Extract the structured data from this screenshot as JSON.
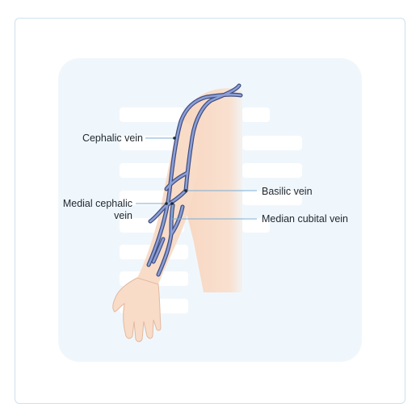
{
  "diagram": {
    "labels": {
      "cephalic": "Cephalic vein",
      "medial_cephalic_line1": "Medial cephalic",
      "medial_cephalic_line2": "vein",
      "basilic": "Basilic vein",
      "median_cubital": "Median cubital vein"
    },
    "colors": {
      "card_border": "#cfe0ec",
      "panel_background": "#f0f7fc",
      "placeholder_bars": "#ffffff",
      "skin": "#f8dcc8",
      "skin_outline": "#e2b8a0",
      "vein_outline": "#3e4d7e",
      "vein_fill": "#8c9ed6",
      "leader_line": "#7aaed4",
      "label_text": "#1e2730"
    }
  }
}
